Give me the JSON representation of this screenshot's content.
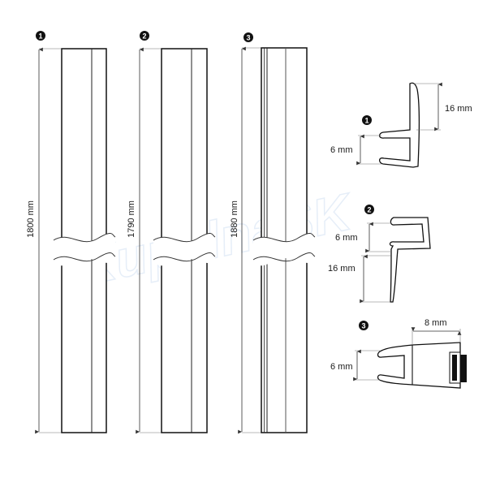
{
  "watermark": "KupelnaSK",
  "strips": [
    {
      "number": "1",
      "length_label": "1800 mm"
    },
    {
      "number": "2",
      "length_label": "1790 mm"
    },
    {
      "number": "3",
      "length_label": "1880 mm"
    }
  ],
  "profiles": [
    {
      "number": "1",
      "fin_label": "16 mm",
      "gap_label": "6 mm"
    },
    {
      "number": "2",
      "gap_label": "6 mm",
      "fin_label": "16 mm"
    },
    {
      "number": "3",
      "width_label": "8 mm",
      "gap_label": "6 mm"
    }
  ],
  "colors": {
    "line": "#1a1a1a",
    "dim": "#555555",
    "watermark": "#e6eef8"
  }
}
